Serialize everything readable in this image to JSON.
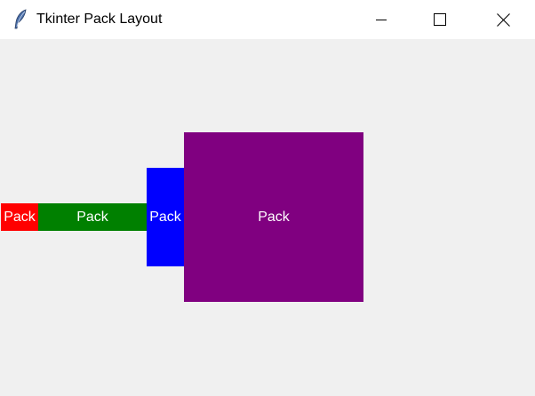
{
  "window": {
    "title": "Tkinter Pack Layout",
    "icon": "feather-icon",
    "controls": {
      "minimize_icon": "minimize-icon",
      "maximize_icon": "maximize-icon",
      "close_icon": "close-icon"
    }
  },
  "widgets": [
    {
      "label": "Pack",
      "color": "#ff0000"
    },
    {
      "label": "Pack",
      "color": "#008000"
    },
    {
      "label": "Pack",
      "color": "#0000ff"
    },
    {
      "label": "Pack",
      "color": "#800080"
    }
  ]
}
